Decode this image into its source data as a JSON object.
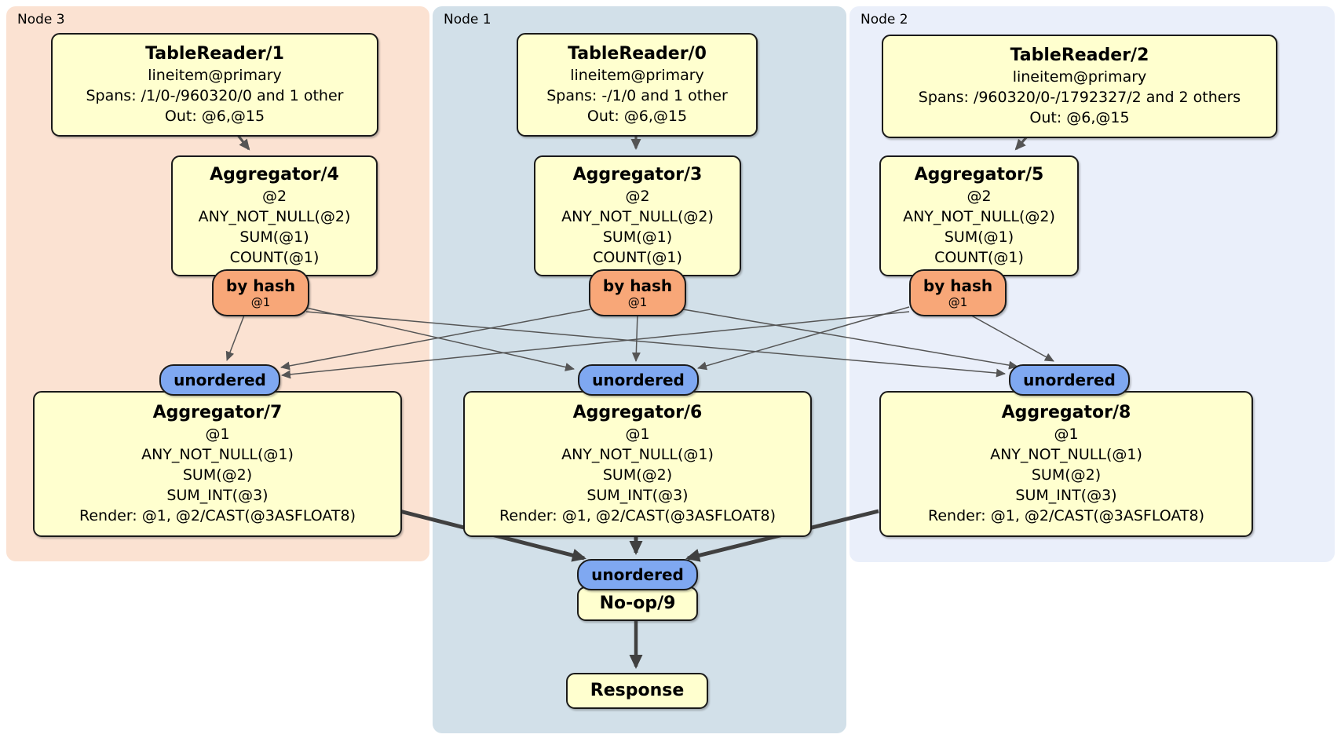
{
  "regions": {
    "node3": {
      "label": "Node 3",
      "bg": "#fbe2d2"
    },
    "node1": {
      "label": "Node 1",
      "bg": "#d2e0e9"
    },
    "node2": {
      "label": "Node 2",
      "bg": "#eaeffa"
    }
  },
  "processors": {
    "tr1": {
      "title": "TableReader/1",
      "lines": [
        "lineitem@primary",
        "Spans: /1/0-/960320/0 and 1 other",
        "Out: @6,@15"
      ]
    },
    "tr0": {
      "title": "TableReader/0",
      "lines": [
        "lineitem@primary",
        "Spans: -/1/0 and 1 other",
        "Out: @6,@15"
      ]
    },
    "tr2": {
      "title": "TableReader/2",
      "lines": [
        "lineitem@primary",
        "Spans: /960320/0-/1792327/2 and 2 others",
        "Out: @6,@15"
      ]
    },
    "agg4": {
      "title": "Aggregator/4",
      "lines": [
        "@2",
        "ANY_NOT_NULL(@2)",
        "SUM(@1)",
        "COUNT(@1)"
      ]
    },
    "agg3": {
      "title": "Aggregator/3",
      "lines": [
        "@2",
        "ANY_NOT_NULL(@2)",
        "SUM(@1)",
        "COUNT(@1)"
      ]
    },
    "agg5": {
      "title": "Aggregator/5",
      "lines": [
        "@2",
        "ANY_NOT_NULL(@2)",
        "SUM(@1)",
        "COUNT(@1)"
      ]
    },
    "agg7": {
      "title": "Aggregator/7",
      "lines": [
        "@1",
        "ANY_NOT_NULL(@1)",
        "SUM(@2)",
        "SUM_INT(@3)",
        "Render: @1, @2/CAST(@3ASFLOAT8)"
      ]
    },
    "agg6": {
      "title": "Aggregator/6",
      "lines": [
        "@1",
        "ANY_NOT_NULL(@1)",
        "SUM(@2)",
        "SUM_INT(@3)",
        "Render: @1, @2/CAST(@3ASFLOAT8)"
      ]
    },
    "agg8": {
      "title": "Aggregator/8",
      "lines": [
        "@1",
        "ANY_NOT_NULL(@1)",
        "SUM(@2)",
        "SUM_INT(@3)",
        "Render: @1, @2/CAST(@3ASFLOAT8)"
      ]
    },
    "noop9": {
      "title": "No-op/9"
    },
    "response": {
      "title": "Response"
    }
  },
  "routers": {
    "by_hash": {
      "label": "by hash",
      "key": "@1"
    }
  },
  "streams": {
    "unordered": {
      "label": "unordered"
    }
  },
  "edges": [
    {
      "from": "TableReader/1",
      "to": "Aggregator/4"
    },
    {
      "from": "TableReader/0",
      "to": "Aggregator/3"
    },
    {
      "from": "TableReader/2",
      "to": "Aggregator/5"
    },
    {
      "from": "Aggregator/4 by hash @1",
      "to": "Aggregator/7 unordered"
    },
    {
      "from": "Aggregator/4 by hash @1",
      "to": "Aggregator/6 unordered"
    },
    {
      "from": "Aggregator/4 by hash @1",
      "to": "Aggregator/8 unordered"
    },
    {
      "from": "Aggregator/3 by hash @1",
      "to": "Aggregator/7 unordered"
    },
    {
      "from": "Aggregator/3 by hash @1",
      "to": "Aggregator/6 unordered"
    },
    {
      "from": "Aggregator/3 by hash @1",
      "to": "Aggregator/8 unordered"
    },
    {
      "from": "Aggregator/5 by hash @1",
      "to": "Aggregator/7 unordered"
    },
    {
      "from": "Aggregator/5 by hash @1",
      "to": "Aggregator/6 unordered"
    },
    {
      "from": "Aggregator/5 by hash @1",
      "to": "Aggregator/8 unordered"
    },
    {
      "from": "Aggregator/7",
      "to": "No-op/9 unordered"
    },
    {
      "from": "Aggregator/6",
      "to": "No-op/9 unordered"
    },
    {
      "from": "Aggregator/8",
      "to": "No-op/9 unordered"
    },
    {
      "from": "No-op/9",
      "to": "Response"
    }
  ],
  "colors": {
    "node3_bg": "#fbe2d2",
    "node1_bg": "#d2e0e9",
    "node2_bg": "#eaeffa",
    "processor_bg": "#ffffcf",
    "router_bg": "#f8a778",
    "stream_bg": "#7fa8f1",
    "border": "#1a1a1a",
    "edge_thin": "#555555",
    "edge_thick": "#404040"
  }
}
